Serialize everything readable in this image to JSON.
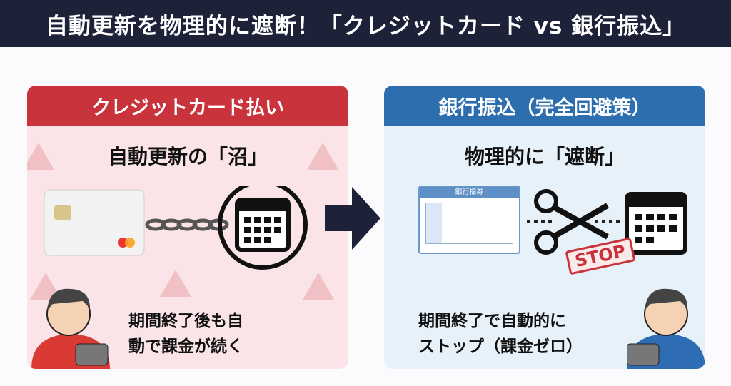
{
  "title": "自動更新を物理的に遮断！「クレジットカード vs 銀行振込」",
  "left": {
    "header": "クレジットカード払い",
    "subtitle": "自動更新の「沼」",
    "caption_line1": "期間終了後も自",
    "caption_line2": "動で課金が続く"
  },
  "right": {
    "header": "銀行振込（完全回避策）",
    "subtitle": "物理的に「遮断」",
    "slip_title": "銀行振券",
    "stamp": "STOP",
    "caption_line1": "期間終了で自動的に",
    "caption_line2": "ストップ（課金ゼロ）"
  },
  "colors": {
    "navy": "#1d2238",
    "red": "#c9333b",
    "blue": "#2d6eae"
  }
}
